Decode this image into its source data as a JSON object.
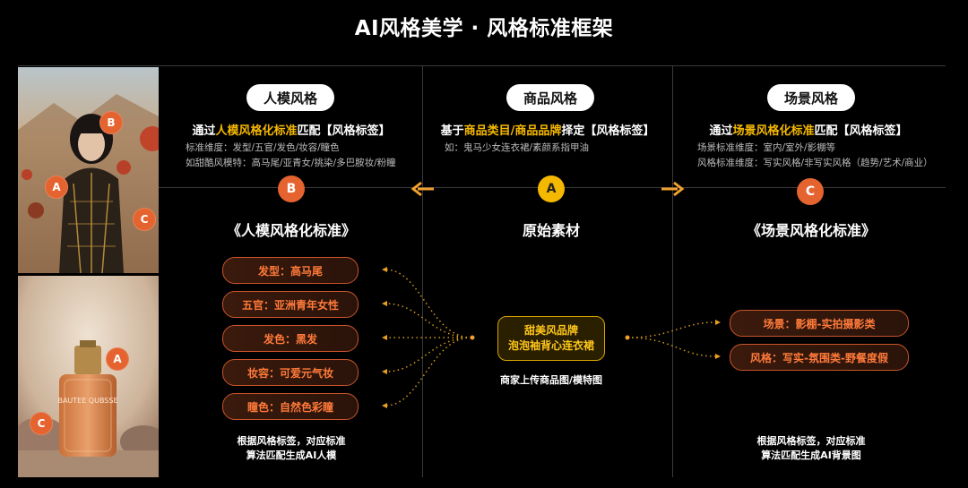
{
  "title": "AI风格美学 · 风格标准框架",
  "colors": {
    "accent_orange": "#e4632f",
    "accent_yellow": "#f5b800",
    "background": "#000000"
  },
  "photos": {
    "model_markers": [
      "B",
      "A",
      "C"
    ],
    "product_markers": [
      "A",
      "C"
    ],
    "product_label": "BAUTEE QUBSSE"
  },
  "columns": {
    "model": {
      "pill": "人模风格",
      "rule_prefix": "通过",
      "rule_highlight": "人模风格化标准",
      "rule_suffix": "匹配【风格标签】",
      "sub1": "标准维度：发型/五官/发色/妆容/瞳色",
      "sub2": "如甜酷风模特：高马尾/亚青女/挑染/多巴胺妆/粉瞳",
      "badge": "B",
      "standard_title": "《人模风格化标准》",
      "tags": [
        "发型：高马尾",
        "五官：亚洲青年女性",
        "发色：黑发",
        "妆容：可爱元气妆",
        "瞳色：自然色彩瞳"
      ],
      "note1": "根据风格标签，对应标准",
      "note2": "算法匹配生成AI人模"
    },
    "product": {
      "pill": "商品风格",
      "rule_prefix": "基于",
      "rule_highlight": "商品类目/商品品牌",
      "rule_suffix": "择定【风格标签】",
      "sub1": "如：鬼马少女连衣裙/素颜系指甲油",
      "badge": "A",
      "standard_title": "原始素材",
      "box_line1": "甜美风品牌",
      "box_line2": "泡泡袖背心连衣裙",
      "note1": "商家上传商品图/模特图"
    },
    "scene": {
      "pill": "场景风格",
      "rule_prefix": "通过",
      "rule_highlight": "场景风格化标准",
      "rule_suffix": "匹配【风格标签】",
      "sub1": "场景标准维度：室内/室外/影棚等",
      "sub2": "风格标准维度：写实风格/非写实风格（趋势/艺术/商业）",
      "badge": "C",
      "standard_title": "《场景风格化标准》",
      "tags": [
        "场景：影棚-实拍摄影类",
        "风格：写实-氛围类-野餐度假"
      ],
      "note1": "根据风格标签，对应标准",
      "note2": "算法匹配生成AI背景图"
    }
  }
}
